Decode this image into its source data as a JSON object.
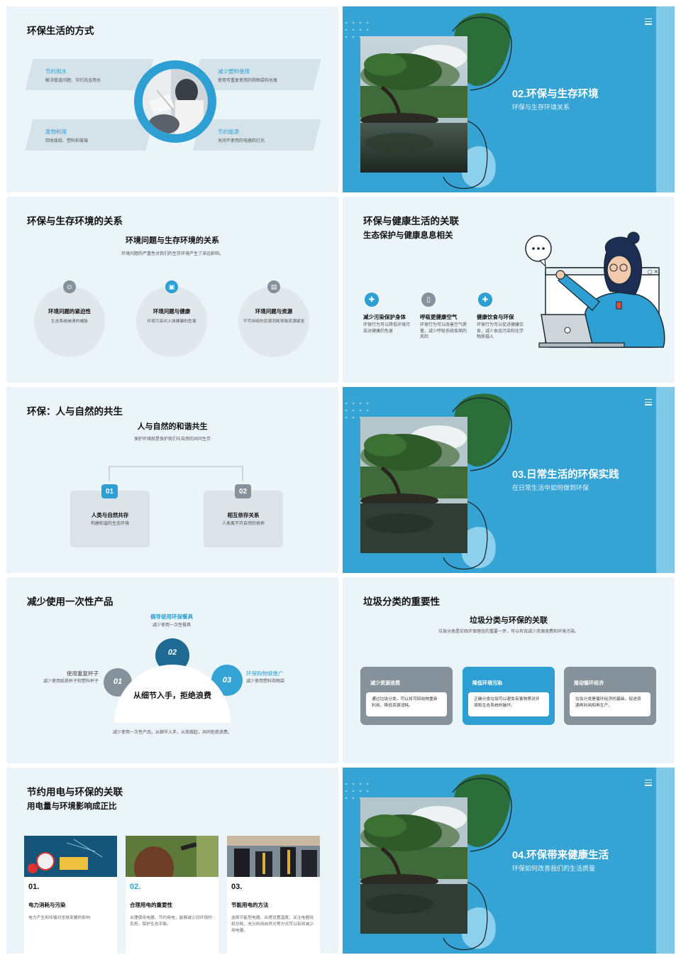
{
  "s1": {
    "title": "环保生活的方式",
    "items": [
      {
        "title": "节约用水",
        "desc": "解决管道问题、节约洗浴用水"
      },
      {
        "title": "减少塑料使用",
        "desc": "使用可重复使用的购物袋和水瓶"
      },
      {
        "title": "废物利用",
        "desc": "回收废纸、塑料和玻璃"
      },
      {
        "title": "节约能源",
        "desc": "关闭不使用的电器和灯光"
      }
    ]
  },
  "s2": {
    "title": "02.环保与生存环境",
    "subtitle": "环保与生存环境关系"
  },
  "s3": {
    "title": "环保与生存环境的关系",
    "heading": "环境问题与生存环境的关系",
    "sub": "环境问题的严重性对我们的生存环境产生了深远影响。",
    "items": [
      {
        "title": "环境问题的紧迫性",
        "desc": "生态系统崩溃的威胁"
      },
      {
        "title": "环境问题与健康",
        "desc": "环境污染对人体健康的危害"
      },
      {
        "title": "环境问题与资源",
        "desc": "不可持续的资源消耗导致资源紧张"
      }
    ]
  },
  "s4": {
    "title": "环保与健康生活的关联",
    "subtitle": "生态保护与健康息息相关",
    "items": [
      {
        "title": "减少污染保护身体",
        "desc": "环保行为可以降低环境污染对健康的危害"
      },
      {
        "title": "呼吸更健康空气",
        "desc": "环保行为可以改善空气质量，减少呼吸系统疾病的风险"
      },
      {
        "title": "健康饮食与环保",
        "desc": "环保行为可以促进健康饮食，减少食品污染和化学物质摄入"
      }
    ]
  },
  "s5": {
    "title": "环保：人与自然的共生",
    "heading": "人与自然的和谐共生",
    "sub": "保护环境就是保护我们与自然的共同生存",
    "items": [
      {
        "num": "01",
        "title": "人类与自然共存",
        "desc": "构建和谐的生态环境"
      },
      {
        "num": "02",
        "title": "相互依存关系",
        "desc": "人类离不开自然的供养"
      }
    ]
  },
  "s6": {
    "title": "03.日常生活的环保实践",
    "subtitle": "在日常生活中如何做到环保"
  },
  "s7": {
    "title": "减少使用一次性产品",
    "center": "从细节入手，拒绝浪费",
    "bottom": "减少使用一次性产品，从细节入手，从我做起，共同拒绝浪费。",
    "items": [
      {
        "num": "01",
        "title": "使用重复杯子",
        "desc": "减少使用纸质杯子和塑料杯子"
      },
      {
        "num": "02",
        "title": "倡导使用环保餐具",
        "desc": "减少使用一次性餐具"
      },
      {
        "num": "03",
        "title": "环保购物袋推广",
        "desc": "减少使用塑料购物袋"
      }
    ]
  },
  "s8": {
    "title": "垃圾分类的重要性",
    "heading": "垃圾分类与环保的关联",
    "sub": "垃圾分类是实践环保理念的重要一步，可以有效减少资源浪费和环境污染。",
    "items": [
      {
        "title": "减少资源浪费",
        "desc": "通过垃圾分类，可以将可回收物重新利用，降低资源消耗。"
      },
      {
        "title": "降低环境污染",
        "desc": "正确分类垃圾可以避免有害物质对环境和生态系统的破坏。"
      },
      {
        "title": "推动循环经济",
        "desc": "垃圾分类是循环经济的基础，促进资源再利用和再生产。"
      }
    ]
  },
  "s9": {
    "title": "节约用电与环保的关联",
    "subtitle": "用电量与环境影响成正比",
    "items": [
      {
        "num": "01.",
        "title": "电力消耗与污染",
        "desc": "电力产生和传输对全球变暖的影响"
      },
      {
        "num": "02.",
        "title": "合理用电的重要性",
        "desc": "合理使用电器、节约用电，能够减少对环境的负担，保护生态平衡。"
      },
      {
        "num": "03.",
        "title": "节能用电的方法",
        "desc": "选择节能型电器、合理设置温度、关注电器待机功耗、充分利用自然光等方式可以有效减少用电量。"
      }
    ]
  },
  "s10": {
    "title": "04.环保带来健康生活",
    "subtitle": "环保如何改善我们的生活质量"
  },
  "colors": {
    "accent": "#2e9fd2",
    "blue_bg": "#35a3d4",
    "light_bg": "#eaf4f9",
    "gray": "#85929b"
  }
}
